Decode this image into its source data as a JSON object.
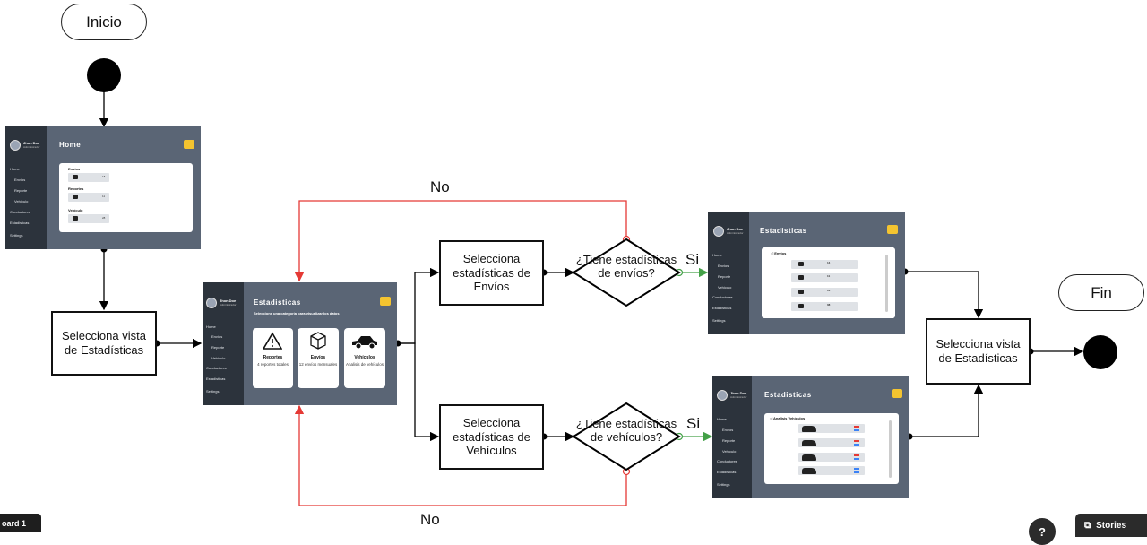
{
  "start": "Inicio",
  "end": "Fin",
  "step_select_view": "Selecciona vista de Estadísticas",
  "step_select_envios": "Selecciona estadísticas de Envíos",
  "step_select_vehiculos": "Selecciona estadísticas de Vehículos",
  "decision_envios": "¿Tiene estadísticas de envíos?",
  "decision_vehiculos": "¿Tiene estadísticas de vehículos?",
  "final_select_view": "Selecciona vista de Estadísticas",
  "edge_no": "No",
  "edge_si": "Si",
  "colors": {
    "no_edge": "#e53935",
    "si_edge": "#43a047",
    "screen_bg": "#5a6575",
    "sidebar": "#2c333c",
    "accent": "#f4c430"
  },
  "mock": {
    "user_name": "Jhon Doe",
    "user_role": "Administrador",
    "nav": [
      "Home",
      "Envíos",
      "Reporte",
      "Vehículo",
      "Conductores",
      "Estadisticas",
      "Settings"
    ],
    "home": {
      "title": "Home",
      "sections": [
        "Envíos",
        "Reportes",
        "Vehículo"
      ],
      "values": [
        "18",
        "11",
        "28"
      ]
    },
    "stats": {
      "title": "Estadisticas",
      "subtitle": "Seleccione una categoría para visualizar los datos",
      "cards": [
        {
          "title": "Reportes",
          "sub": "4 reportes totales",
          "icon": "warning-icon"
        },
        {
          "title": "Envíos",
          "sub": "12 envíos mensuales",
          "icon": "box-icon"
        },
        {
          "title": "Vehículos",
          "sub": "Analisis de vehículos",
          "icon": "car-icon"
        }
      ]
    },
    "envios": {
      "title": "Estadisticas",
      "panel_title": "Envíos",
      "values": [
        "14",
        "11",
        "10",
        "08"
      ]
    },
    "vehiculos": {
      "title": "Estadisticas",
      "panel_title": "Analisis Vehículos"
    }
  },
  "footer": {
    "board": "oard 1",
    "help": "?",
    "stories": "Stories"
  }
}
